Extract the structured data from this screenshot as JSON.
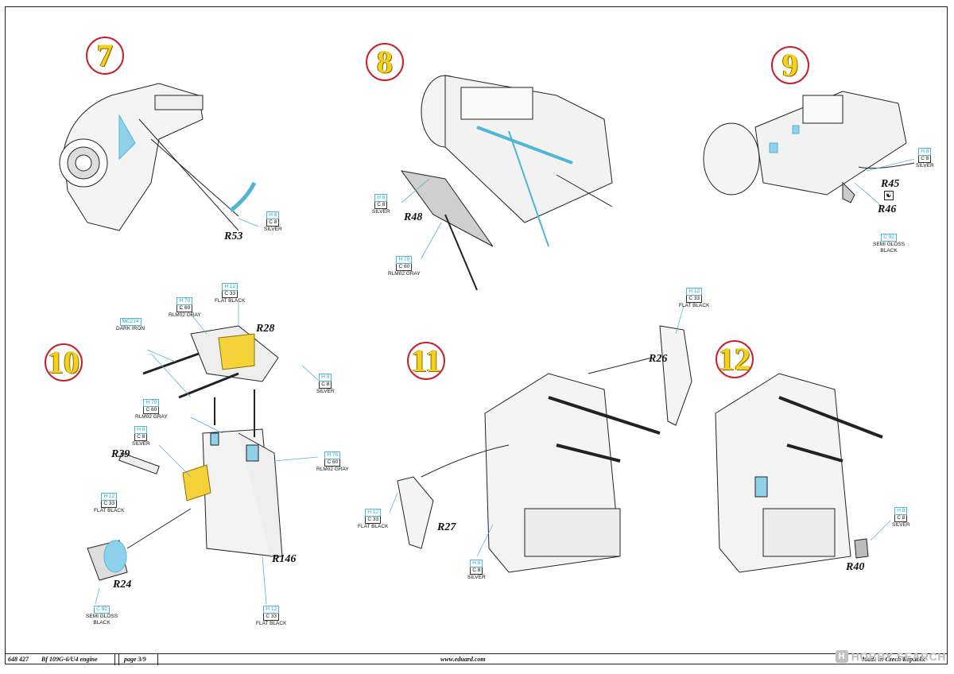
{
  "steps": [
    "7",
    "8",
    "9",
    "10",
    "11",
    "12"
  ],
  "parts": {
    "r53": "R53",
    "r48": "R48",
    "r45": "R45",
    "r46": "R46",
    "r28": "R28",
    "r39": "R39",
    "r24": "R24",
    "r146": "R146",
    "r26": "R26",
    "r27": "R27",
    "r40": "R40"
  },
  "paints": {
    "s7_silver": {
      "h": "H 8",
      "c": "C 8",
      "name": "SILVER"
    },
    "s8_silver": {
      "h": "H 8",
      "c": "C 8",
      "name": "SILVER"
    },
    "s8_gray": {
      "h": "H 70",
      "c": "C 60",
      "name": "RLM02 GRAY"
    },
    "s9_silver": {
      "h": "H 8",
      "c": "C 8",
      "name": "SILVER"
    },
    "s9_black": {
      "c": "C 92",
      "name1": "SEMI GLOSS",
      "name2": "BLACK"
    },
    "s10_flat_top": {
      "h": "H 12",
      "c": "C 33",
      "name": "FLAT BLACK"
    },
    "s10_gray_top": {
      "h": "H 70",
      "c": "C 60",
      "name": "RLM02 GRAY"
    },
    "s10_silver_right": {
      "h": "H 8",
      "c": "C 8",
      "name": "SILVER"
    },
    "s10_gray_mid": {
      "h": "H 70",
      "c": "C 60",
      "name": "RLM02 GRAY"
    },
    "s10_silver_mid": {
      "h": "H 8",
      "c": "C 8",
      "name": "SILVER"
    },
    "s10_gray_right": {
      "h": "H 70",
      "c": "C 60",
      "name": "RLM02 GRAY"
    },
    "s10_flat_left": {
      "h": "H 12",
      "c": "C 33",
      "name": "FLAT BLACK"
    },
    "s10_black_bottom": {
      "c": "C 92",
      "name1": "SEMI GLOSS",
      "name2": "BLACK"
    },
    "s10_flat_bottom": {
      "h": "H 12",
      "c": "C 33",
      "name": "FLAT BLACK"
    },
    "s11_flat_top": {
      "h": "H 12",
      "c": "C 33",
      "name": "FLAT BLACK"
    },
    "s11_flat_left": {
      "h": "H 12",
      "c": "C 33",
      "name": "FLAT BLACK"
    },
    "s11_silver": {
      "h": "H 8",
      "c": "C 8",
      "name": "SILVER"
    },
    "s12_silver": {
      "h": "H 8",
      "c": "C 8",
      "name": "SILVER"
    }
  },
  "mc214": {
    "code": "MC214",
    "name": "DARK IRON"
  },
  "footer": {
    "code": "648 427",
    "title": "Bf 109G-6/U4 engine",
    "page": "page 3/9",
    "site": "www.eduard.com",
    "made": "Made in Czech Republic"
  },
  "watermark": "HOBBY SEARCH"
}
